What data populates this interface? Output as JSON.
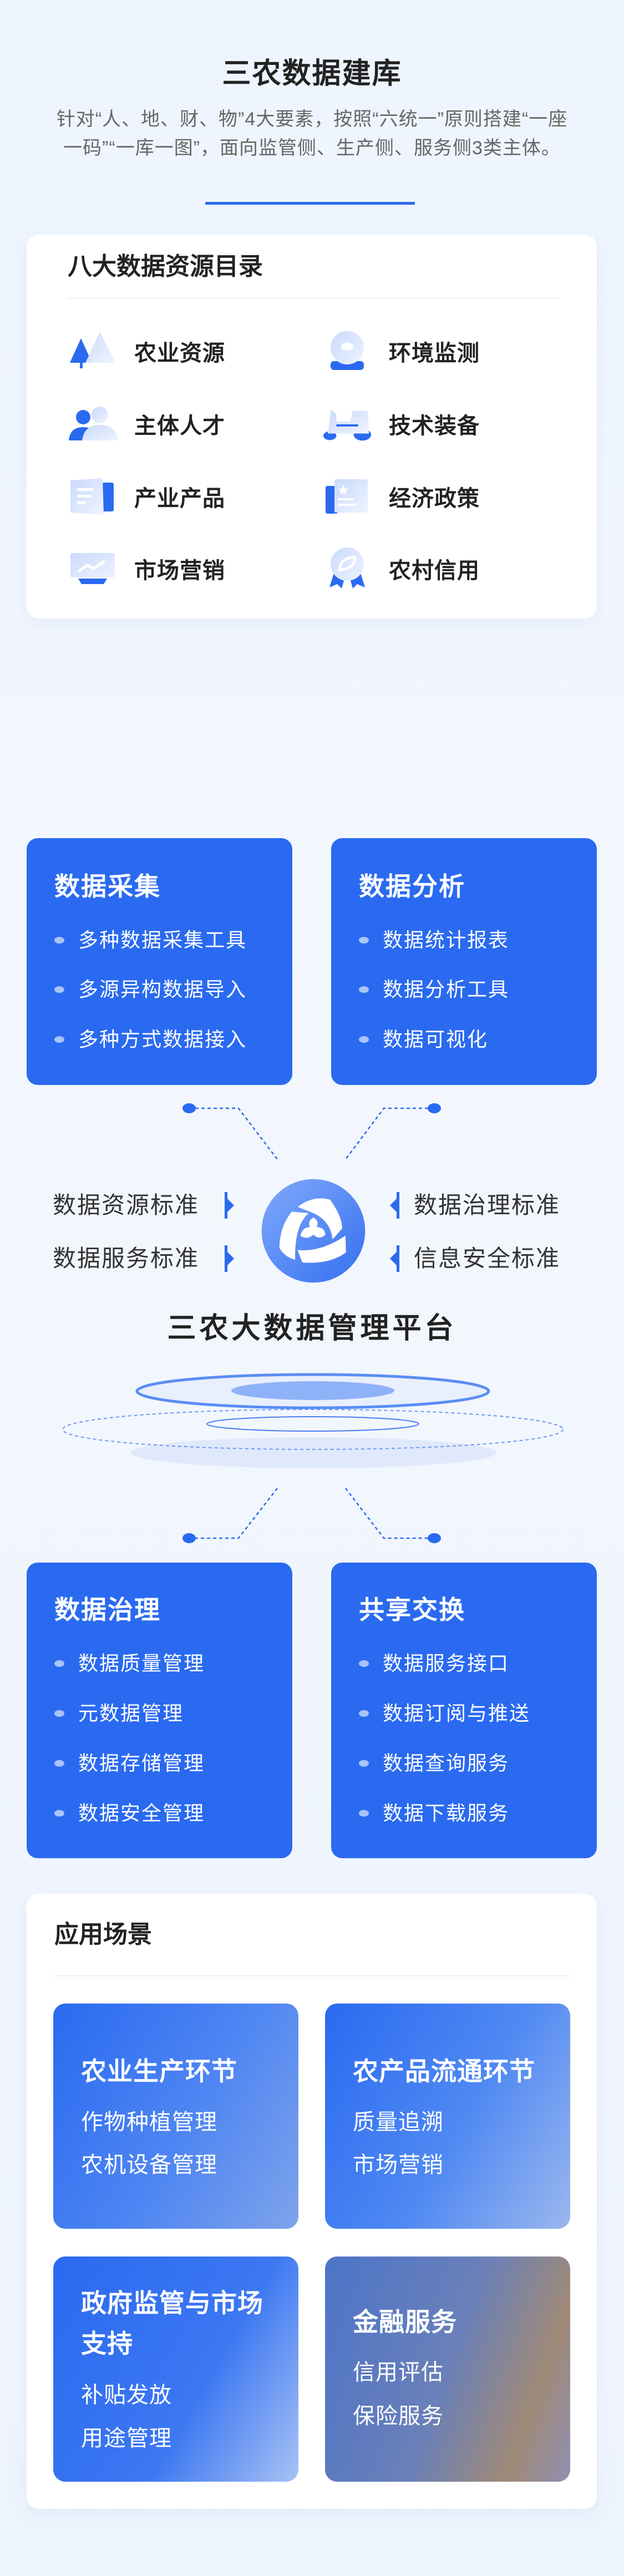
{
  "header": {
    "title": "三农数据建库",
    "subtitle": "针对“人、地、财、物”4大要素，按照“六统一”原则搭建“一座一码”“一库一图”，面向监管侧、生产侧、服务侧3类主体。"
  },
  "catalog": {
    "title": "八大数据资源目录",
    "items": [
      {
        "label": "农业资源",
        "icon": "trees-icon"
      },
      {
        "label": "环境监测",
        "icon": "monitor-sensor-icon"
      },
      {
        "label": "主体人才",
        "icon": "people-icon"
      },
      {
        "label": "技术装备",
        "icon": "tractor-icon"
      },
      {
        "label": "产业产品",
        "icon": "document-icon"
      },
      {
        "label": "经济政策",
        "icon": "policy-book-icon"
      },
      {
        "label": "市场营销",
        "icon": "trend-screen-icon"
      },
      {
        "label": "农村信用",
        "icon": "credit-badge-icon"
      }
    ]
  },
  "platform": {
    "top_boxes": [
      {
        "title": "数据采集",
        "items": [
          "多种数据采集工具",
          "多源异构数据导入",
          "多种方式数据接入"
        ]
      },
      {
        "title": "数据分析",
        "items": [
          "数据统计报表",
          "数据分析工具",
          "数据可视化"
        ]
      }
    ],
    "standards_left": [
      "数据资源标准",
      "数据服务标准"
    ],
    "standards_right": [
      "数据治理标准",
      "信息安全标准"
    ],
    "name": "三农大数据管理平台",
    "bottom_boxes": [
      {
        "title": "数据治理",
        "items": [
          "数据质量管理",
          "元数据管理",
          "数据存储管理",
          "数据安全管理"
        ]
      },
      {
        "title": "共享交换",
        "items": [
          "数据服务接口",
          "数据订阅与推送",
          "数据查询服务",
          "数据下载服务"
        ]
      }
    ]
  },
  "scenarios": {
    "title": "应用场景",
    "tiles": [
      {
        "title": "农业生产环节",
        "items": [
          "作物种植管理",
          "农机设备管理"
        ]
      },
      {
        "title": "农产品流通环节",
        "items": [
          "质量追溯",
          "市场营销"
        ]
      },
      {
        "title_lines": [
          "政府监管与市场",
          "支持"
        ],
        "items": [
          "补贴发放",
          "用途管理"
        ]
      },
      {
        "title": "金融服务",
        "items": [
          "信用评估",
          "保险服务"
        ]
      }
    ]
  },
  "colors": {
    "primary": "#2a6af0",
    "bullet": "#a9c4f9",
    "text": "#222222",
    "muted": "#666666"
  }
}
